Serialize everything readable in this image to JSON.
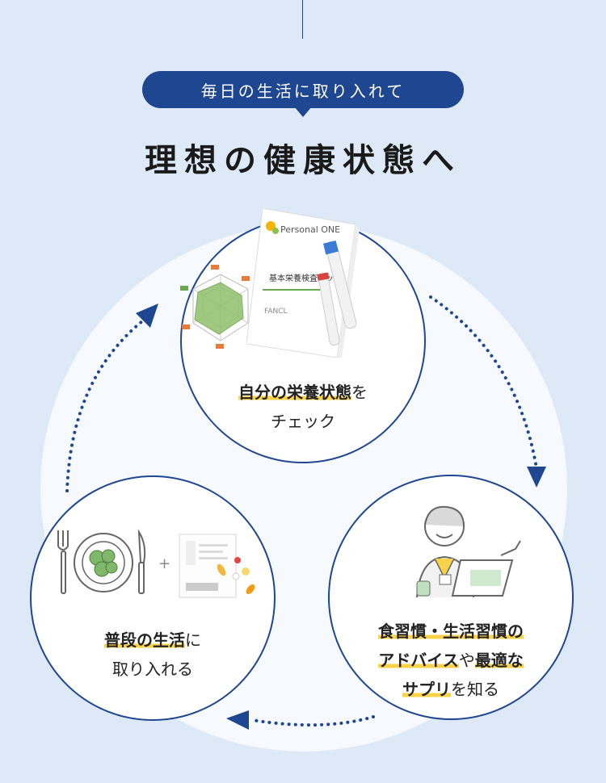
{
  "header": {
    "pill_text": "毎日の生活に取り入れて",
    "title": "理想の健康状態へ"
  },
  "steps": [
    {
      "lines": [
        [
          {
            "t": "自分の栄養状態",
            "hl": true
          },
          {
            "t": "を",
            "hl": false
          }
        ],
        [
          {
            "t": "チェック",
            "hl": false
          }
        ]
      ]
    },
    {
      "lines": [
        [
          {
            "t": "食習慣・生活習慣の",
            "hl": true
          }
        ],
        [
          {
            "t": "アドバイス",
            "hl": true
          },
          {
            "t": "や",
            "hl": false
          },
          {
            "t": "最適な",
            "hl": true
          }
        ],
        [
          {
            "t": "サプリ",
            "hl": true
          },
          {
            "t": "を知る",
            "hl": false
          }
        ]
      ]
    },
    {
      "lines": [
        [
          {
            "t": "普段の生活",
            "hl": true
          },
          {
            "t": "に",
            "hl": false
          }
        ],
        [
          {
            "t": "取り入れる",
            "hl": false
          }
        ]
      ]
    }
  ],
  "kit": {
    "brand": "Personal ONE",
    "name": "基本栄養検査キット",
    "maker": "FANCL"
  },
  "colors": {
    "navy": "#1f4690",
    "highlight": "#f8d34a",
    "bg": "#dde9f6"
  },
  "icons": [
    "test-kit-icon",
    "radar-chart-icon",
    "advisor-person-icon",
    "plate-icon",
    "fork-icon",
    "knife-icon",
    "supplement-pack-icon"
  ]
}
